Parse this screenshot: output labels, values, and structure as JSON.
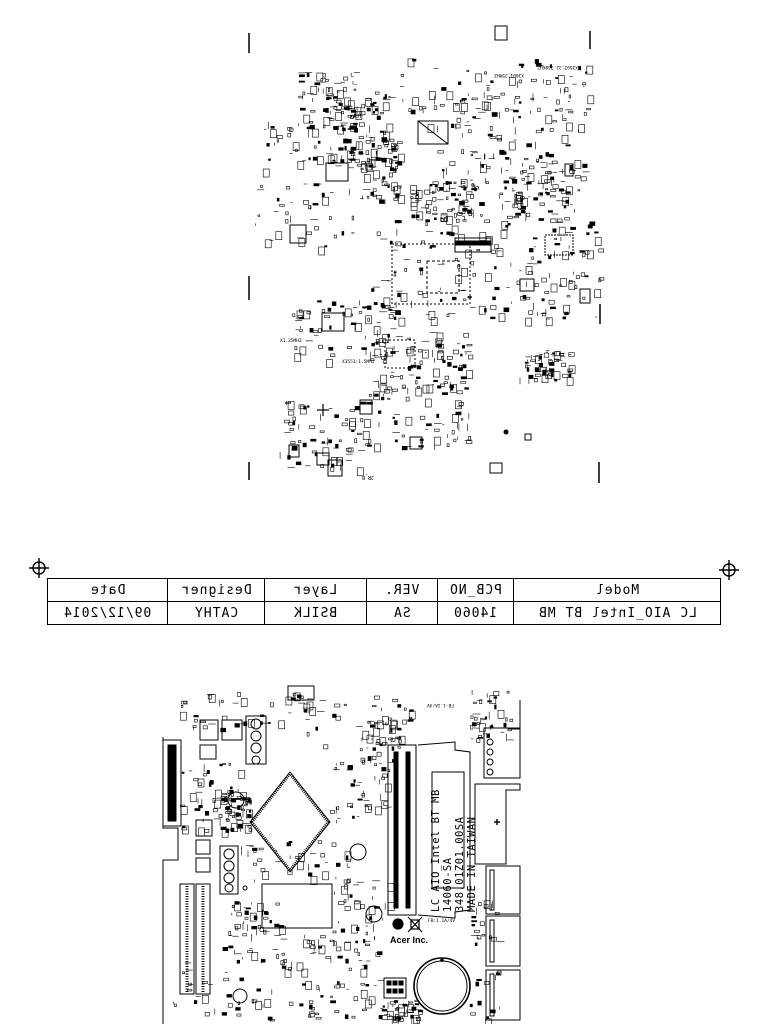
{
  "title_block": {
    "headers": {
      "date": "Date",
      "designer": "Designer",
      "layer": "Layer",
      "ver": "VER.",
      "pcb_no": "PCB_NO",
      "model": "Model"
    },
    "values": {
      "date": "09/12/2014",
      "designer": "CATHY",
      "layer": "BSILK",
      "ver": "SA",
      "pcb_no": "14060",
      "model": "LC AIO_Intel BT MB"
    }
  },
  "board_top": {
    "silk_labels": [
      "X3001:25MHZ",
      "X3502:32.768KHZ",
      "X1.25MHZ",
      "X3551:1.5MHz"
    ]
  },
  "board_bottom": {
    "board_marking": [
      "LC AIO_Intel BT MB",
      "14060-SA",
      "348.01Z01.00SA",
      "MADE IN TAIWAN"
    ],
    "brand": "Acer Inc.",
    "fb_label": "FB-1.1A/4V",
    "fb_label_2": "FB:1.1A/4V",
    "pin_label": "JR_B"
  },
  "colors": {
    "ink": "#000000",
    "paper": "#ffffff",
    "fine_ink": "#333333"
  }
}
